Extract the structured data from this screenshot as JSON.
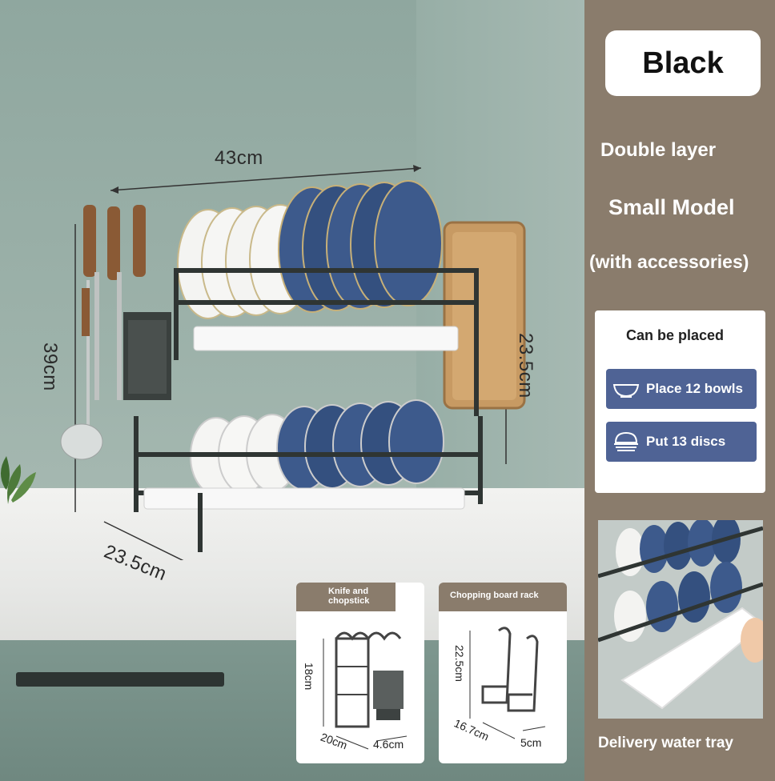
{
  "product": {
    "color": "Black",
    "spec_lines": [
      "Double layer",
      "Small Model",
      "(with accessories)"
    ]
  },
  "dimensions": {
    "width": "43cm",
    "height_left": "39cm",
    "height_right": "23.5cm",
    "depth": "23.5cm"
  },
  "capacity": {
    "title": "Can be placed",
    "items": [
      {
        "icon": "bowl-icon",
        "label": "Place 12 bowls"
      },
      {
        "icon": "plate-stack-icon",
        "label": "Put 13 discs"
      }
    ]
  },
  "accessories": [
    {
      "title": "Knife and chopstick",
      "dims": {
        "height": "18cm",
        "width": "20cm",
        "depth": "4.6cm"
      }
    },
    {
      "title": "Chopping board rack",
      "dims": {
        "height": "22.5cm",
        "width": "16.7cm",
        "depth": "5cm"
      }
    }
  ],
  "tray": {
    "caption": "Delivery water tray"
  },
  "colors": {
    "panel": "#8a7c6c",
    "pill": "#4f6395",
    "wall": "#9db2aa",
    "counter": "#eeeeec"
  }
}
